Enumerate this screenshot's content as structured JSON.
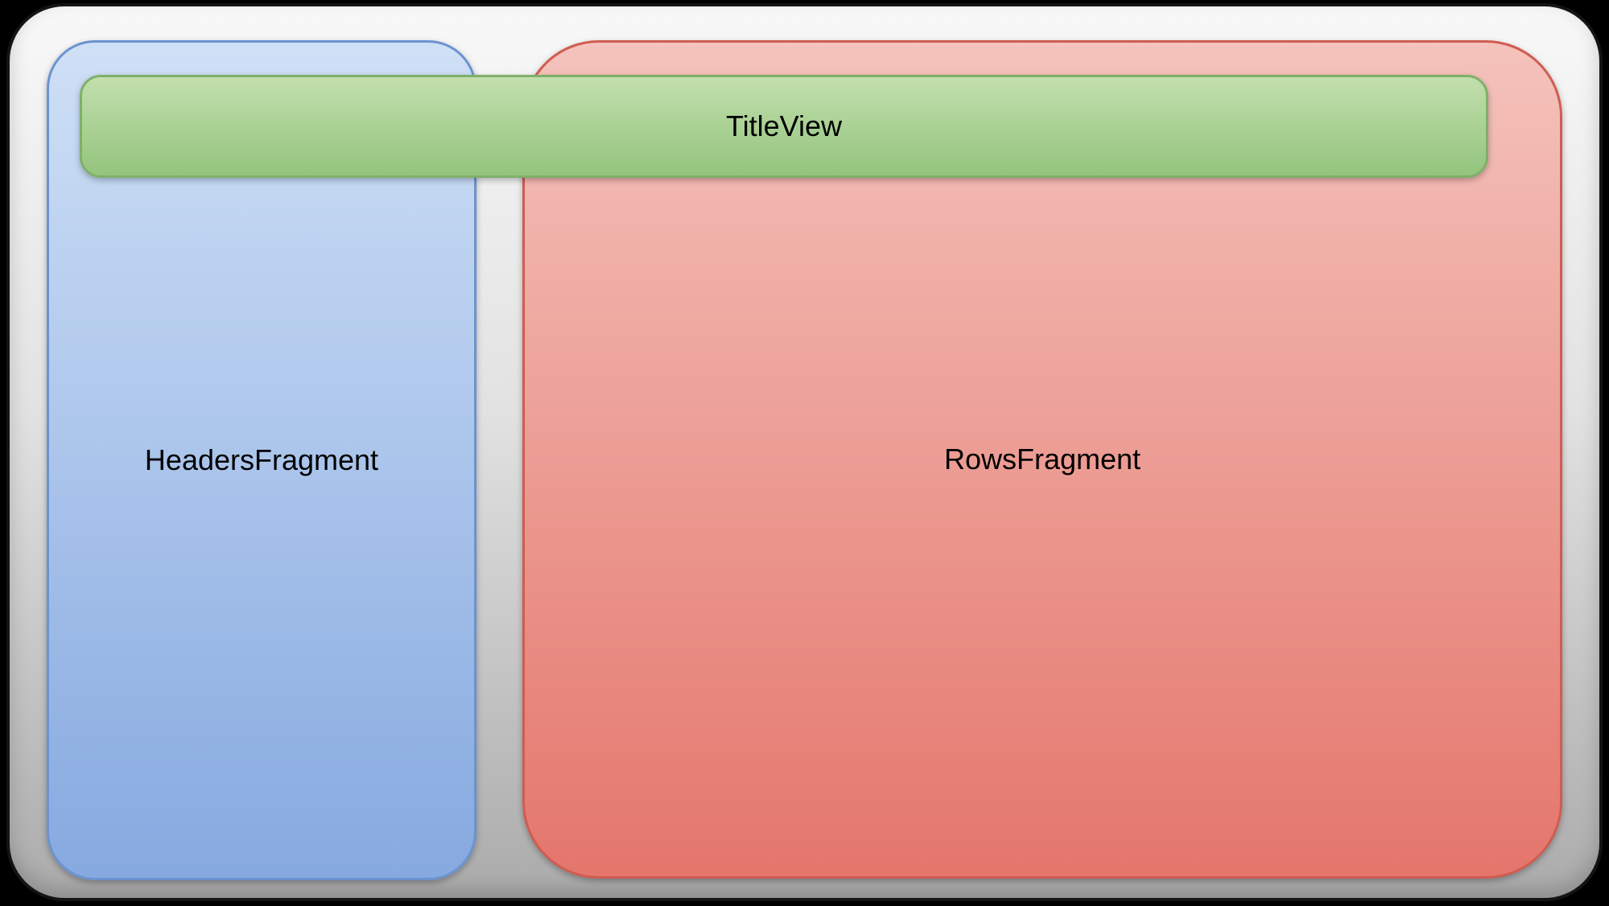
{
  "diagram": {
    "type": "ui-layout-diagram",
    "nodes": {
      "container": {
        "label": "",
        "fill_top": "#f8f8f8",
        "fill_bottom": "#ababab",
        "border": "#141414"
      },
      "title": {
        "label": "TitleView",
        "fill_top": "#c2dfad",
        "fill_bottom": "#93c47d",
        "border": "#7fb069"
      },
      "headers": {
        "label": "HeadersFragment",
        "fill_top": "#cfe0f6",
        "fill_bottom": "#86a9e0",
        "border": "#6b93cf"
      },
      "rows": {
        "label": "RowsFragment",
        "fill_top": "#f4c3bc",
        "fill_bottom": "#e4766c",
        "border": "#d05c51"
      }
    },
    "text_color": "#000000"
  }
}
